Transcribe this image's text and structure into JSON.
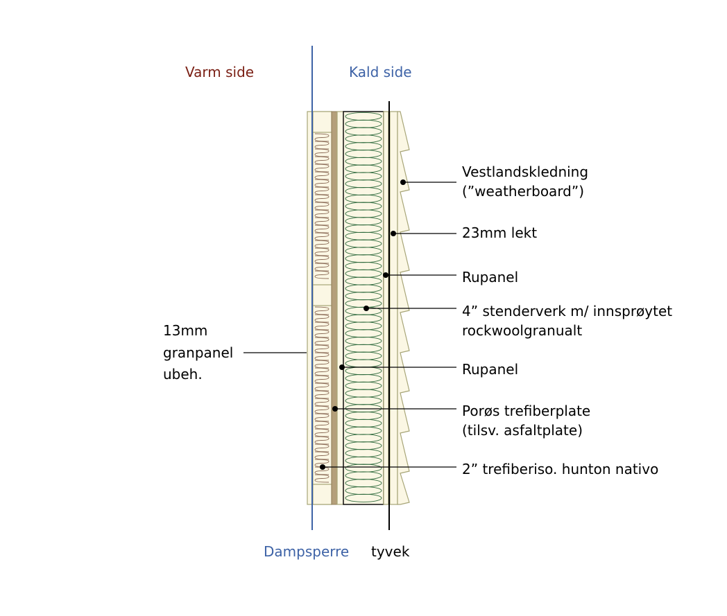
{
  "labels": {
    "warm_side": "Varm side",
    "cold_side": "Kald side",
    "vapor_barrier": "Dampsperre",
    "wind_barrier": "tyvek",
    "inner_panel": [
      "13mm",
      "granpanel",
      "ubeh."
    ],
    "cladding": [
      "Vestlandskledning",
      "(”weatherboard”)"
    ],
    "batten": "23mm lekt",
    "outer_board": "Rupanel",
    "studs": [
      "4” stenderverk m/ innsprøytet",
      "rockwoolgranualt"
    ],
    "inner_board": "Rupanel",
    "fiberboard": [
      "Porøs trefiberplate",
      "(tilsv. asfaltplate)"
    ],
    "fiber_insulation": "2” trefiberiso. hunton nativo"
  },
  "colors": {
    "warm": "#7a1f14",
    "cold": "#3d62a6",
    "wood_fill": "#fbf7e4",
    "wood_stroke": "#a7a577",
    "fiberboard_fill": "#b49f7a",
    "fiber_insulation_stroke": "#8a6a55",
    "rockwool_stroke": "#2e6a3c",
    "line": "#000000"
  }
}
